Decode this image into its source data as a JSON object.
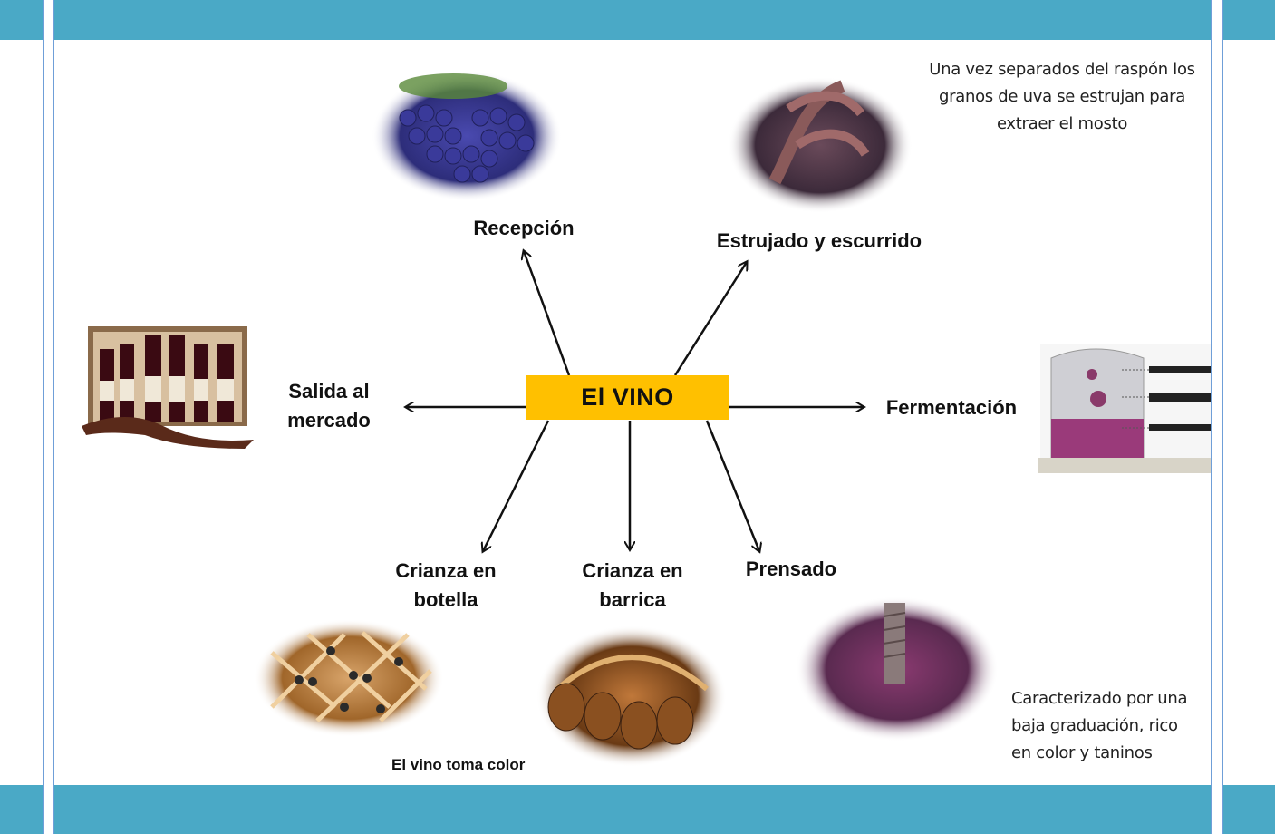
{
  "center": {
    "title": "El VINO"
  },
  "nodes": {
    "recepcion": "Recepción",
    "estrujado": "Estrujado y escurrido",
    "fermentacion": "Fermentación",
    "prensado": "Prensado",
    "crianza_barrica_1": "Crianza en",
    "crianza_barrica_2": "barrica",
    "crianza_botella_1": "Crianza en",
    "crianza_botella_2": "botella",
    "salida_1": "Salida al",
    "salida_2": "mercado"
  },
  "notes": {
    "estrujado_1": "Una vez separados del raspón los",
    "estrujado_2": "granos de uva se estrujan para",
    "estrujado_3": "extraer el mosto",
    "prensado_1": "Caracterizado por una",
    "prensado_2": "baja graduación, rico",
    "prensado_3": "en color y taninos",
    "barrica": "El vino toma color"
  },
  "colors": {
    "band": "#4aa9c6",
    "center_box": "#ffc000",
    "grape": "#3a3a8c",
    "wine": "#7a2a55",
    "wood": "#a0662a"
  }
}
